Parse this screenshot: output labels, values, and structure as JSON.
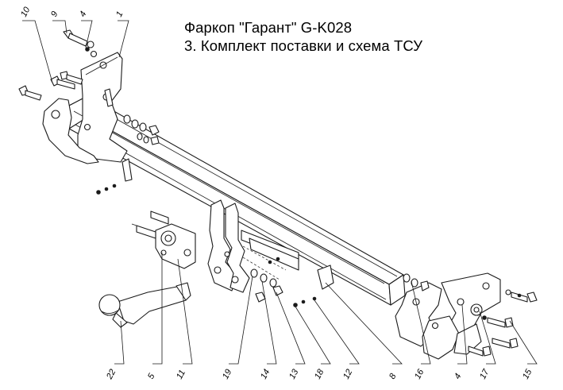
{
  "title": {
    "line1": "Фаркоп \"Гарант\" G-K028",
    "line2": "3. Комплект поставки и схема ТСУ"
  },
  "callouts": {
    "c10": "10",
    "c9": "9",
    "c4_top": "4",
    "c1": "1",
    "c22": "22",
    "c5": "5",
    "c11": "11",
    "c19": "19",
    "c14": "14",
    "c13": "13",
    "c18": "18",
    "c12": "12",
    "c8": "8",
    "c16": "16",
    "c4_bottom": "4",
    "c17": "17",
    "c15": "15"
  },
  "colors": {
    "line": "#1a1a1a",
    "paper": "#ffffff",
    "text": "#000000"
  }
}
